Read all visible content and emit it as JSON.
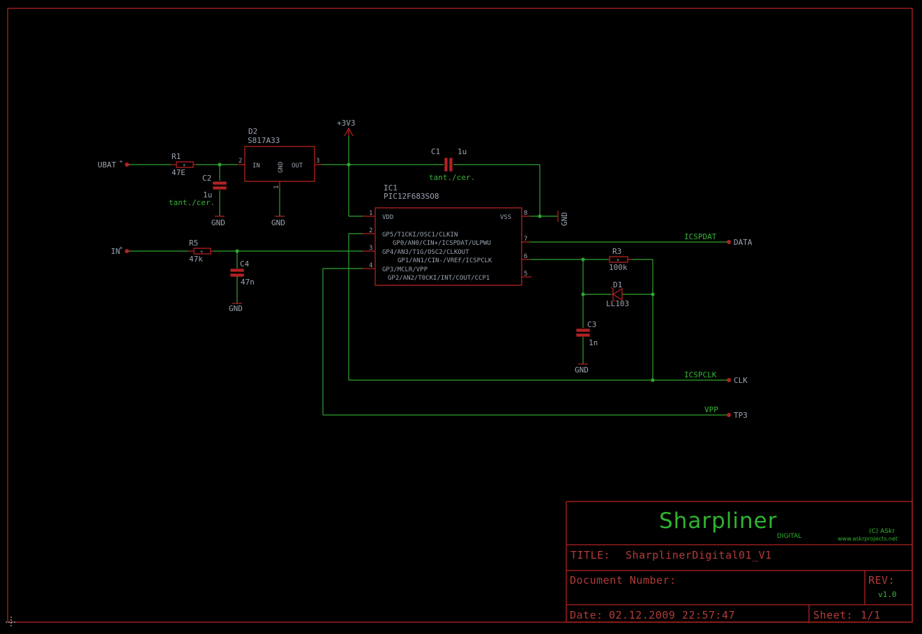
{
  "title_block": {
    "project_name": "Sharpliner",
    "subtitle": "DIGITAL",
    "copyright": "(C) ASkr",
    "website": "www.askrprojects.net",
    "title_label": "TITLE:",
    "title_value": "SharplinerDigital01_V1",
    "doc_number_label": "Document Number:",
    "rev_label": "REV:",
    "rev_value": "v1.0",
    "date_label": "Date:",
    "date_value": "02.12.2009 22:57:47",
    "sheet_label": "Sheet:",
    "sheet_value": "1/1"
  },
  "parts": {
    "r1": {
      "name": "R1",
      "value": "47E"
    },
    "r3": {
      "name": "R3",
      "value": "100k"
    },
    "r5": {
      "name": "R5",
      "value": "47k"
    },
    "c1": {
      "name": "C1",
      "value": "1u",
      "note": "tant./cer."
    },
    "c2": {
      "name": "C2",
      "value": "1u",
      "note": "tant./cer."
    },
    "c3": {
      "name": "C3",
      "value": "1n"
    },
    "c4": {
      "name": "C4",
      "value": "47n"
    },
    "d1": {
      "name": "D1",
      "value": "LL103"
    },
    "d2": {
      "name": "D2",
      "value": "S817A33",
      "pin_in": "IN",
      "pin_gnd": "GND",
      "pin_out": "OUT",
      "pin1": "1",
      "pin2": "2",
      "pin3": "3"
    },
    "ic1": {
      "name": "IC1",
      "value": "PIC12F683SO8",
      "vdd": "VDD",
      "vss": "VSS",
      "pins": [
        {
          "num": "1"
        },
        {
          "num": "2"
        },
        {
          "num": "3"
        },
        {
          "num": "4"
        },
        {
          "num": "5"
        },
        {
          "num": "6"
        },
        {
          "num": "7"
        },
        {
          "num": "8"
        }
      ],
      "left_labels": [
        "GP5/T1CKI/OSC1/CLKIN",
        "GP4/AN3/T1G/OSC2/CLKOUT",
        "GP3/MCLR/VPP"
      ],
      "right_labels": [
        "GP0/AN0/CIN+/ICSPDAT/ULPWU",
        "GP1/AN1/CIN-/VREF/ICSPCLK",
        "GP2/AN2/T0CKI/INT/COUT/CCP1"
      ]
    }
  },
  "nets": {
    "ubat": "UBAT",
    "in": "IN",
    "v3": "+3V3",
    "gnd": "GND",
    "icspdat": "ICSPDAT",
    "icspclk": "ICSPCLK",
    "vpp": "VPP",
    "data": "DATA",
    "clk": "CLK",
    "tp3": "TP3"
  }
}
